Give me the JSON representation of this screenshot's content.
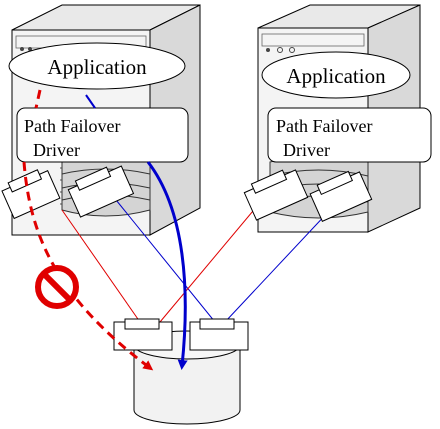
{
  "servers": [
    {
      "application_label": "Application",
      "driver_label_line1": "Path Failover",
      "driver_label_line2": "Driver"
    },
    {
      "application_label": "Application",
      "driver_label_line1": "Path Failover",
      "driver_label_line2": "Driver"
    }
  ],
  "colors": {
    "active_path": "#0000cc",
    "failed_path": "#e00000",
    "standby_path_red": "#e00000",
    "standby_path_blue": "#0000cc",
    "server_front": "#f2f2f2",
    "server_side": "#dedede",
    "outline": "#000000"
  },
  "icons": {
    "failure": "no-entry-icon"
  }
}
